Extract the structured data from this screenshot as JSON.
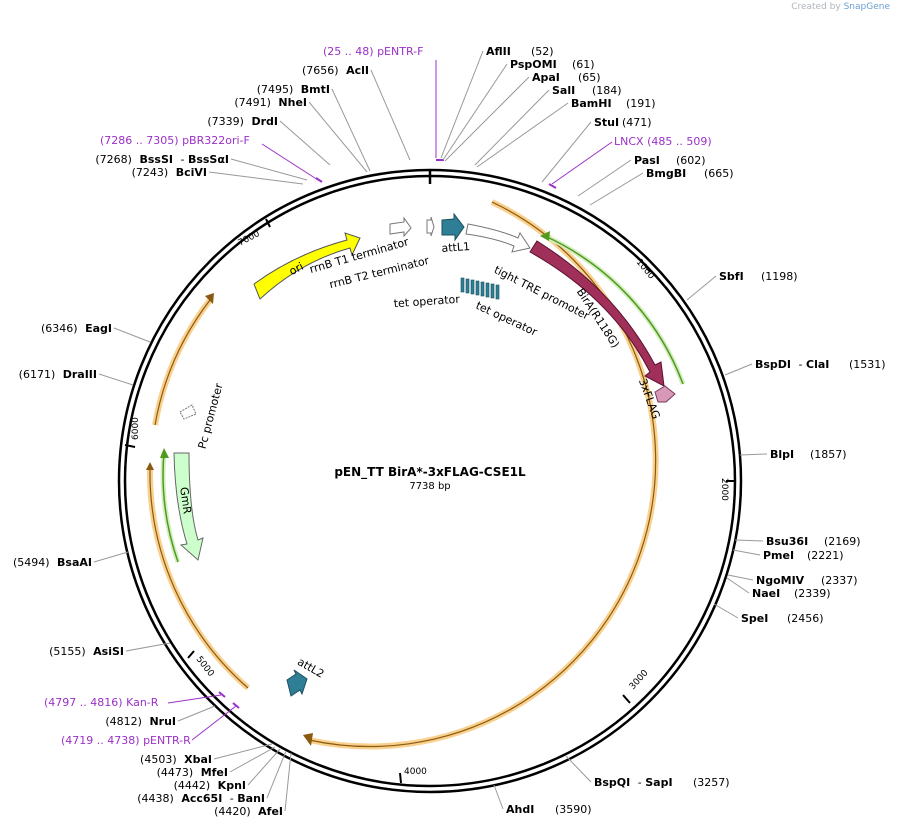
{
  "watermark": {
    "prefix": "Created by",
    "brand": "SnapGene"
  },
  "plasmid": {
    "name": "pEN_TT BirA*-3xFLAG-CSE1L",
    "size_label": "7738 bp",
    "length": 7738
  },
  "colors": {
    "site": "#000000",
    "primer": "#9b30c8",
    "ori": "#ffff00",
    "birA": "#a0305a",
    "attL": "#2e7f95",
    "gmR": "#ccffcc",
    "flag": "#d898b8",
    "orf_band": "#f5b041",
    "green_arrow": "#4f9a1f"
  },
  "ticks": [
    "1000",
    "2000",
    "3000",
    "4000",
    "5000",
    "6000",
    "7000"
  ],
  "sites_right": [
    {
      "name": "AflII",
      "pos": "(52)"
    },
    {
      "name": "PspOMI",
      "pos": "(61)"
    },
    {
      "name": "ApaI",
      "pos": "(65)"
    },
    {
      "name": "SalI",
      "pos": "(184)"
    },
    {
      "name": "BamHI",
      "pos": "(191)"
    },
    {
      "name": "StuI",
      "pos": "(471)"
    },
    {
      "name": "PasI",
      "pos": "(602)"
    },
    {
      "name": "BmgBI",
      "pos": "(665)"
    },
    {
      "name": "SbfI",
      "pos": "(1198)"
    },
    {
      "name": "BspDI",
      "sep": "- ",
      "name2": "ClaI",
      "pos": "(1531)"
    },
    {
      "name": "BlpI",
      "pos": "(1857)"
    },
    {
      "name": "Bsu36I",
      "pos": "(2169)"
    },
    {
      "name": "PmeI",
      "pos": "(2221)"
    },
    {
      "name": "NgoMIV",
      "pos": "(2337)"
    },
    {
      "name": "NaeI",
      "pos": "(2339)"
    },
    {
      "name": "SpeI",
      "pos": "(2456)"
    },
    {
      "name": "BspQI",
      "sep": "- ",
      "name2": "SapI",
      "pos": "(3257)"
    },
    {
      "name": "AhdI",
      "pos": "(3590)"
    }
  ],
  "sites_left": [
    {
      "pos": "(7656)",
      "name": "AclI"
    },
    {
      "pos": "(7495)",
      "name": "BmtI"
    },
    {
      "pos": "(7491)",
      "name": "NheI"
    },
    {
      "pos": "(7339)",
      "name": "DrdI"
    },
    {
      "pos": "(7268)",
      "name": "BssSI",
      "sep": "- ",
      "name2": "BssSαI"
    },
    {
      "pos": "(7243)",
      "name": "BciVI"
    },
    {
      "pos": "(6346)",
      "name": "EagI"
    },
    {
      "pos": "(6171)",
      "name": "DraIII"
    },
    {
      "pos": "(5494)",
      "name": "BsaAI"
    },
    {
      "pos": "(5155)",
      "name": "AsiSI"
    },
    {
      "pos": "(4812)",
      "name": "NruI"
    },
    {
      "pos": "(4503)",
      "name": "XbaI"
    },
    {
      "pos": "(4473)",
      "name": "MfeI"
    },
    {
      "pos": "(4442)",
      "name": "KpnI"
    },
    {
      "pos": "(4438)",
      "name": "Acc65I",
      "sep": "- ",
      "name2": "BanI"
    },
    {
      "pos": "(4420)",
      "name": "AfeI"
    }
  ],
  "primers": [
    {
      "range": "(25 .. 48)",
      "name": "pENTR-F"
    },
    {
      "name": "LNCX",
      "range": "(485 .. 509)"
    },
    {
      "range": "(7286 .. 7305)",
      "name": "pBR322ori-F"
    },
    {
      "range": "(4797 .. 4816)",
      "name": "Kan-R"
    },
    {
      "range": "(4719 .. 4738)",
      "name": "pENTR-R"
    }
  ],
  "features": {
    "ori": "ori",
    "rrnB_T1": "rrnB T1 terminator",
    "rrnB_T2": "rrnB T2 terminator",
    "attL1": "attL1",
    "tight_tre": "tight TRE promoter",
    "tet_op1": "tet operator",
    "tet_op2": "tet operator",
    "birA": "BirA(R118G)",
    "flag": "3xFLAG",
    "pc_promoter": "Pc promoter",
    "gmR": "GmR",
    "attL2": "attL2"
  }
}
